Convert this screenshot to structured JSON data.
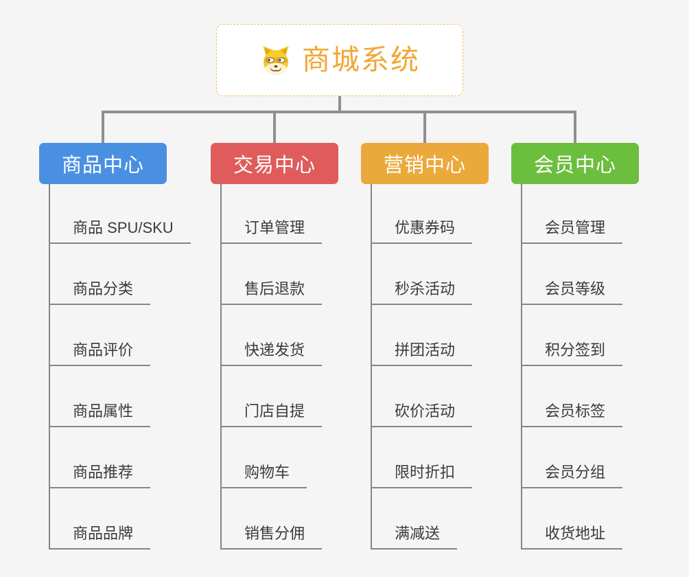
{
  "root": {
    "title": "商城系统",
    "icon": "dog-face-icon"
  },
  "branches": [
    {
      "label": "商品中心",
      "color": "#4a90e2",
      "children": [
        "商品 SPU/SKU",
        "商品分类",
        "商品评价",
        "商品属性",
        "商品推荐",
        "商品品牌"
      ]
    },
    {
      "label": "交易中心",
      "color": "#e05c5c",
      "children": [
        "订单管理",
        "售后退款",
        "快递发货",
        "门店自提",
        "购物车",
        "销售分佣"
      ]
    },
    {
      "label": "营销中心",
      "color": "#eaa93a",
      "children": [
        "优惠券码",
        "秒杀活动",
        "拼团活动",
        "砍价活动",
        "限时折扣",
        "满减送"
      ]
    },
    {
      "label": "会员中心",
      "color": "#6cbe3f",
      "children": [
        "会员管理",
        "会员等级",
        "积分签到",
        "会员标签",
        "会员分组",
        "收货地址"
      ]
    }
  ],
  "colors": {
    "background": "#f5f5f6",
    "connector": "#8f8f8f",
    "root_text": "#f0a735",
    "root_border": "#f0bd62",
    "child_text": "#3b3b3b"
  }
}
